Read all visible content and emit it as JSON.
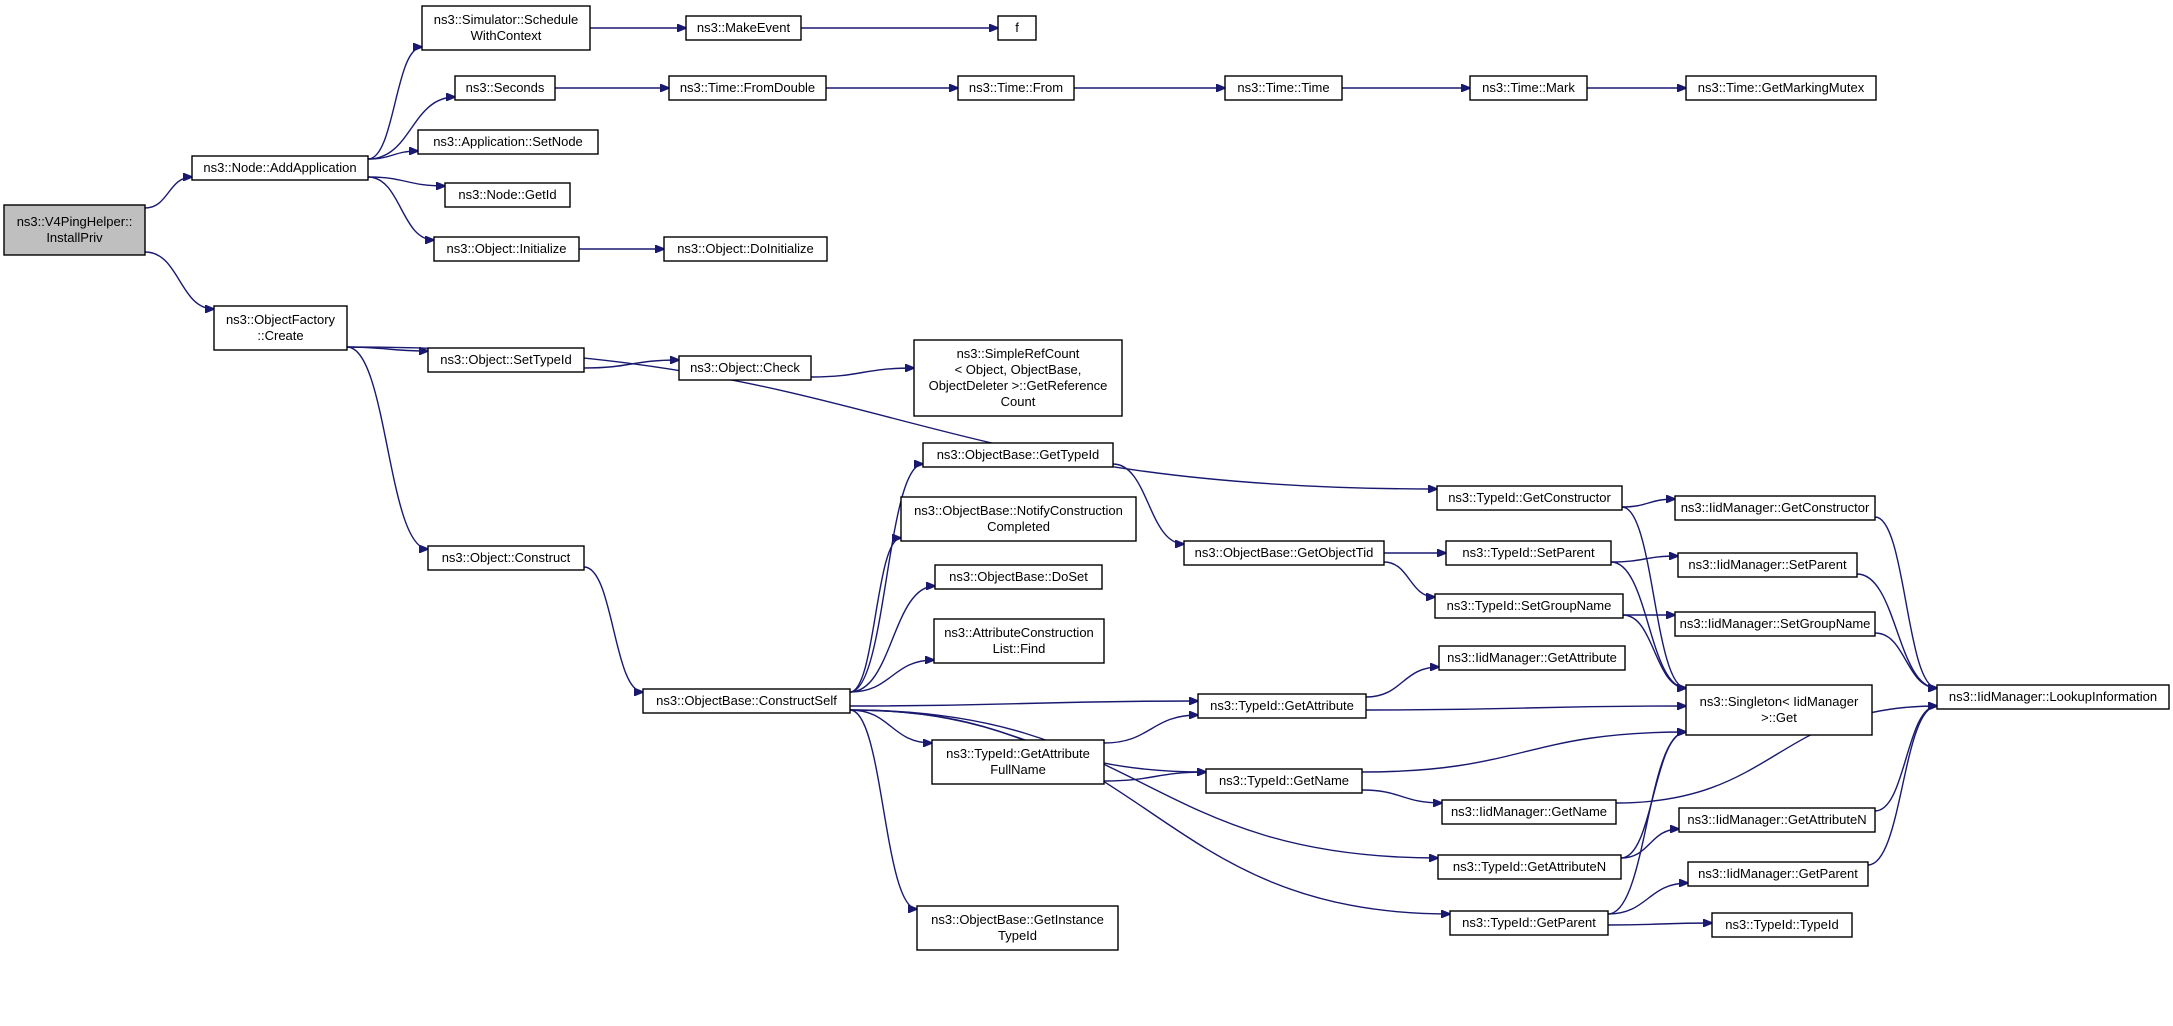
{
  "graph": {
    "title": "",
    "nodes": [
      {
        "id": "v4ping",
        "lines": [
          "ns3::V4PingHelper::",
          "InstallPriv"
        ],
        "highlighted": true
      },
      {
        "id": "addapp",
        "lines": [
          "ns3::Node::AddApplication"
        ]
      },
      {
        "id": "create",
        "lines": [
          "ns3::ObjectFactory",
          "::Create"
        ]
      },
      {
        "id": "schedctx",
        "lines": [
          "ns3::Simulator::Schedule",
          "WithContext"
        ]
      },
      {
        "id": "makeevent",
        "lines": [
          "ns3::MakeEvent"
        ]
      },
      {
        "id": "f",
        "lines": [
          "f"
        ]
      },
      {
        "id": "seconds",
        "lines": [
          "ns3::Seconds"
        ]
      },
      {
        "id": "fromdouble",
        "lines": [
          "ns3::Time::FromDouble"
        ]
      },
      {
        "id": "from",
        "lines": [
          "ns3::Time::From"
        ]
      },
      {
        "id": "timetime",
        "lines": [
          "ns3::Time::Time"
        ]
      },
      {
        "id": "mark",
        "lines": [
          "ns3::Time::Mark"
        ]
      },
      {
        "id": "mutex",
        "lines": [
          "ns3::Time::GetMarkingMutex"
        ]
      },
      {
        "id": "setnode",
        "lines": [
          "ns3::Application::SetNode"
        ]
      },
      {
        "id": "getid",
        "lines": [
          "ns3::Node::GetId"
        ]
      },
      {
        "id": "init",
        "lines": [
          "ns3::Object::Initialize"
        ]
      },
      {
        "id": "doinit",
        "lines": [
          "ns3::Object::DoInitialize"
        ]
      },
      {
        "id": "settypeid",
        "lines": [
          "ns3::Object::SetTypeId"
        ]
      },
      {
        "id": "check",
        "lines": [
          "ns3::Object::Check"
        ]
      },
      {
        "id": "refcount",
        "lines": [
          "ns3::SimpleRefCount",
          "< Object, ObjectBase,",
          "ObjectDeleter >::GetReference",
          "Count"
        ]
      },
      {
        "id": "construct",
        "lines": [
          "ns3::Object::Construct"
        ]
      },
      {
        "id": "constructself",
        "lines": [
          "ns3::ObjectBase::ConstructSelf"
        ]
      },
      {
        "id": "ob_gettypeid",
        "lines": [
          "ns3::ObjectBase::GetTypeId"
        ]
      },
      {
        "id": "notify",
        "lines": [
          "ns3::ObjectBase::NotifyConstruction",
          "Completed"
        ]
      },
      {
        "id": "doset",
        "lines": [
          "ns3::ObjectBase::DoSet"
        ]
      },
      {
        "id": "acfind",
        "lines": [
          "ns3::AttributeConstruction",
          "List::Find"
        ]
      },
      {
        "id": "getattrfull",
        "lines": [
          "ns3::TypeId::GetAttribute",
          "FullName"
        ]
      },
      {
        "id": "getinst",
        "lines": [
          "ns3::ObjectBase::GetInstance",
          "TypeId"
        ]
      },
      {
        "id": "getobjtid",
        "lines": [
          "ns3::ObjectBase::GetObjectTid"
        ]
      },
      {
        "id": "t_getattr",
        "lines": [
          "ns3::TypeId::GetAttribute"
        ]
      },
      {
        "id": "t_getname",
        "lines": [
          "ns3::TypeId::GetName"
        ]
      },
      {
        "id": "t_getctor",
        "lines": [
          "ns3::TypeId::GetConstructor"
        ]
      },
      {
        "id": "t_setparent",
        "lines": [
          "ns3::TypeId::SetParent"
        ]
      },
      {
        "id": "t_setgroup",
        "lines": [
          "ns3::TypeId::SetGroupName"
        ]
      },
      {
        "id": "m_getattr",
        "lines": [
          "ns3::IidManager::GetAttribute"
        ]
      },
      {
        "id": "m_getname",
        "lines": [
          "ns3::IidManager::GetName"
        ]
      },
      {
        "id": "t_getattrn",
        "lines": [
          "ns3::TypeId::GetAttributeN"
        ]
      },
      {
        "id": "t_getparent",
        "lines": [
          "ns3::TypeId::GetParent"
        ]
      },
      {
        "id": "m_getctor",
        "lines": [
          "ns3::IidManager::GetConstructor"
        ]
      },
      {
        "id": "m_setparent",
        "lines": [
          "ns3::IidManager::SetParent"
        ]
      },
      {
        "id": "m_setgroup",
        "lines": [
          "ns3::IidManager::SetGroupName"
        ]
      },
      {
        "id": "singleton",
        "lines": [
          "ns3::Singleton< IidManager",
          ">::Get"
        ]
      },
      {
        "id": "m_getattrn",
        "lines": [
          "ns3::IidManager::GetAttributeN"
        ]
      },
      {
        "id": "m_getparent",
        "lines": [
          "ns3::IidManager::GetParent"
        ]
      },
      {
        "id": "t_typeid",
        "lines": [
          "ns3::TypeId::TypeId"
        ]
      },
      {
        "id": "lookup",
        "lines": [
          "ns3::IidManager::LookupInformation"
        ]
      }
    ],
    "edges": [
      [
        "v4ping",
        "addapp"
      ],
      [
        "v4ping",
        "create"
      ],
      [
        "addapp",
        "schedctx"
      ],
      [
        "addapp",
        "seconds"
      ],
      [
        "addapp",
        "setnode"
      ],
      [
        "addapp",
        "getid"
      ],
      [
        "addapp",
        "init"
      ],
      [
        "schedctx",
        "makeevent"
      ],
      [
        "makeevent",
        "f"
      ],
      [
        "seconds",
        "fromdouble"
      ],
      [
        "fromdouble",
        "from"
      ],
      [
        "from",
        "timetime"
      ],
      [
        "timetime",
        "mark"
      ],
      [
        "mark",
        "mutex"
      ],
      [
        "init",
        "doinit"
      ],
      [
        "create",
        "t_getctor"
      ],
      [
        "create",
        "settypeid"
      ],
      [
        "create",
        "construct"
      ],
      [
        "settypeid",
        "check"
      ],
      [
        "check",
        "refcount"
      ],
      [
        "construct",
        "constructself"
      ],
      [
        "constructself",
        "ob_gettypeid"
      ],
      [
        "constructself",
        "notify"
      ],
      [
        "constructself",
        "doset"
      ],
      [
        "constructself",
        "acfind"
      ],
      [
        "constructself",
        "t_getattr"
      ],
      [
        "constructself",
        "getattrfull"
      ],
      [
        "constructself",
        "t_getname"
      ],
      [
        "constructself",
        "t_getattrn"
      ],
      [
        "constructself",
        "getinst"
      ],
      [
        "constructself",
        "t_getparent"
      ],
      [
        "ob_gettypeid",
        "getobjtid"
      ],
      [
        "getobjtid",
        "t_setparent"
      ],
      [
        "getobjtid",
        "t_setgroup"
      ],
      [
        "getattrfull",
        "t_getattr"
      ],
      [
        "getattrfull",
        "t_getname"
      ],
      [
        "t_getctor",
        "m_getctor"
      ],
      [
        "t_getctor",
        "singleton"
      ],
      [
        "t_setparent",
        "m_setparent"
      ],
      [
        "t_setparent",
        "singleton"
      ],
      [
        "t_setgroup",
        "m_setgroup"
      ],
      [
        "t_setgroup",
        "singleton"
      ],
      [
        "t_getattr",
        "m_getattr"
      ],
      [
        "t_getattr",
        "singleton"
      ],
      [
        "t_getname",
        "m_getname"
      ],
      [
        "t_getname",
        "singleton"
      ],
      [
        "t_getattrn",
        "m_getattrn"
      ],
      [
        "t_getattrn",
        "singleton"
      ],
      [
        "t_getparent",
        "m_getparent"
      ],
      [
        "t_getparent",
        "t_typeid"
      ],
      [
        "t_getparent",
        "singleton"
      ],
      [
        "m_getctor",
        "lookup"
      ],
      [
        "m_setparent",
        "lookup"
      ],
      [
        "m_setgroup",
        "lookup"
      ],
      [
        "m_getname",
        "lookup"
      ],
      [
        "m_getattrn",
        "lookup"
      ],
      [
        "m_getparent",
        "lookup"
      ]
    ]
  }
}
